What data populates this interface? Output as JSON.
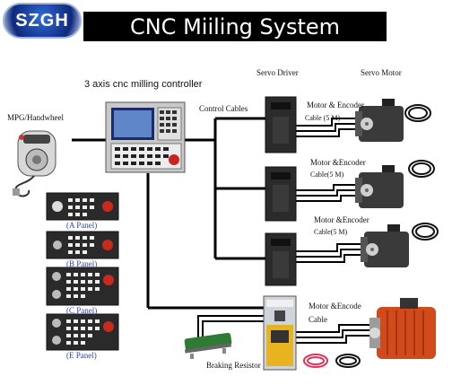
{
  "logo": {
    "text": "SZGH"
  },
  "title": "CNC Miiling System",
  "labels": {
    "controller": "3 axis cnc milling controller",
    "servo_driver": "Servo Driver",
    "servo_motor": "Servo Motor",
    "mpg": "MPG/Handwheel",
    "control_cables": "Control Cables",
    "motor_encoder_1_line1": "Motor & Encoder",
    "motor_encoder_1_line2": "Cable (5 M)",
    "motor_encoder_2_line1": "Motor &Encoder",
    "motor_encoder_2_line2": "Cable(5 M)",
    "motor_encoder_3_line1": "Motor &Encoder",
    "motor_encoder_3_line2": "Cable(5 M)",
    "motor_encode_4_line1": "Motor &Encode",
    "motor_encode_4_line2": "Cable",
    "braking_resistor": "Braking Resistor"
  },
  "panels": [
    "(A Panel)",
    "(B Panel)",
    "(C Panel)",
    "(E Panel)"
  ],
  "colors": {
    "title_bg": "#000000",
    "panel_label": "#2b45b8",
    "line": "#000000",
    "resistor": "#2f7a34",
    "cable_pink": "#e0325a"
  }
}
